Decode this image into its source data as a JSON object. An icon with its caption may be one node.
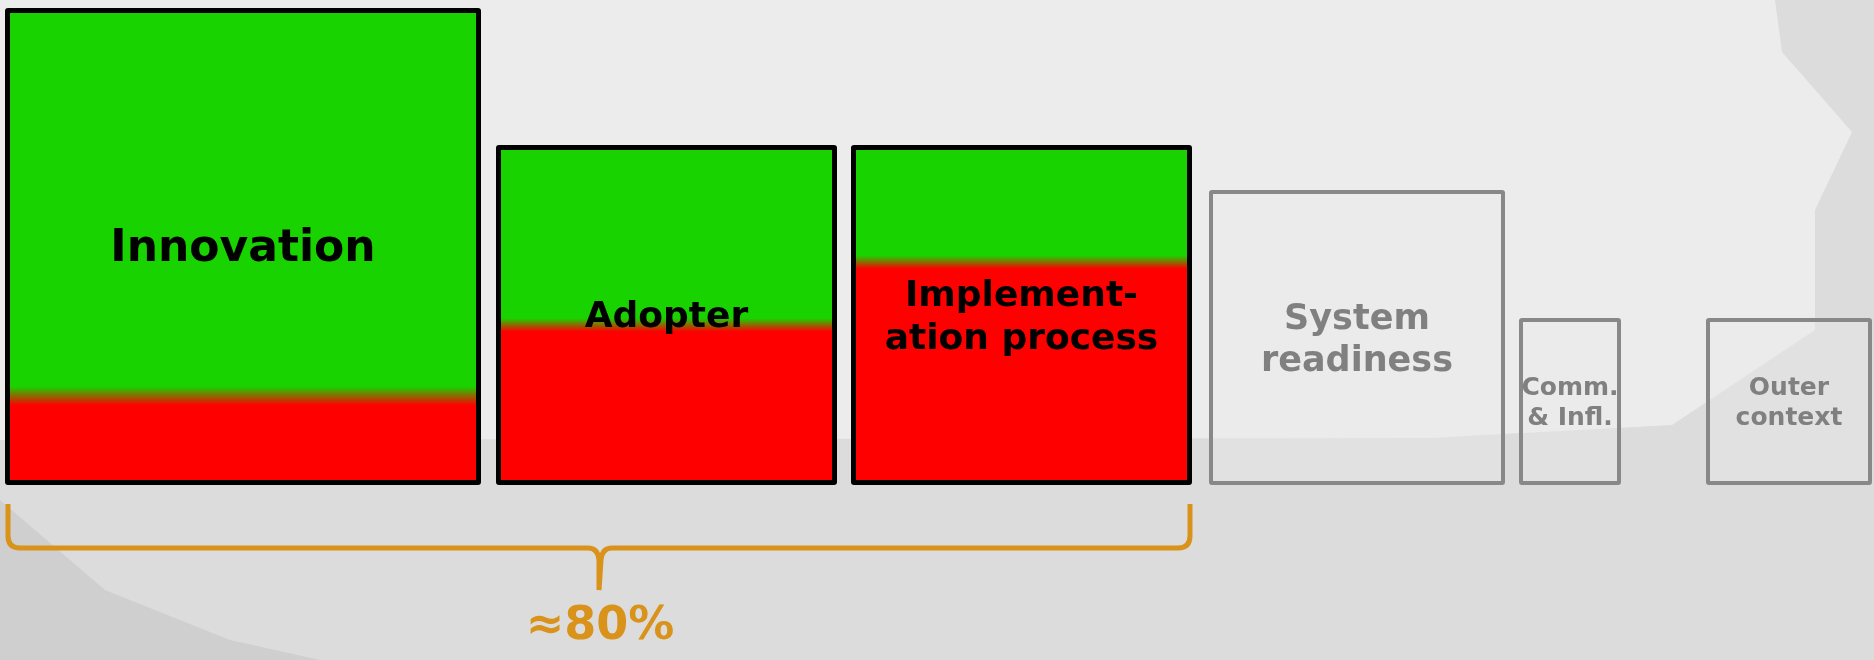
{
  "diagram": {
    "nodes": [
      {
        "text": [
          "Innovation"
        ]
      },
      {
        "text": [
          "Adopter"
        ]
      },
      {
        "text": [
          "Implement- ation process"
        ]
      },
      {
        "text": [
          "System readiness"
        ]
      },
      {
        "text": [
          "Comm. & Infl."
        ]
      },
      {
        "text": [
          "Outer context"
        ]
      }
    ],
    "labels": [
      "≈80%"
    ]
  }
}
